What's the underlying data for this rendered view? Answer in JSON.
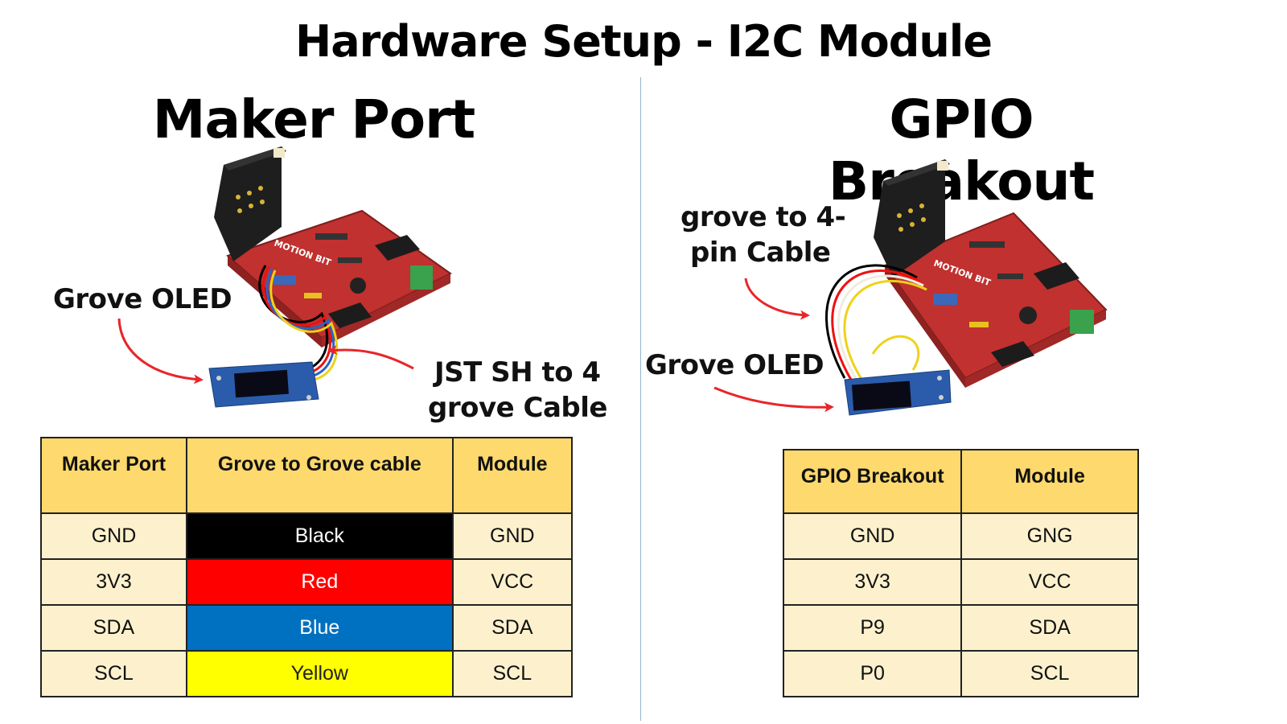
{
  "title": "Hardware Setup - I2C Module",
  "left": {
    "heading": "Maker Port",
    "label_oled": "Grove OLED",
    "label_cable_line1": "JST SH to 4",
    "label_cable_line2": "grove Cable",
    "board_brand": "MOTION BIT",
    "table": {
      "headers": [
        "Maker Port",
        "Grove to Grove cable",
        "Module"
      ],
      "rows": [
        {
          "port": "GND",
          "cable": "Black",
          "module": "GND",
          "color": "#000000"
        },
        {
          "port": "3V3",
          "cable": "Red",
          "module": "VCC",
          "color": "#ff0000"
        },
        {
          "port": "SDA",
          "cable": "Blue",
          "module": "SDA",
          "color": "#0070c0"
        },
        {
          "port": "SCL",
          "cable": "Yellow",
          "module": "SCL",
          "color": "#ffff00"
        }
      ]
    }
  },
  "right": {
    "heading": "GPIO Breakout",
    "label_cable_line1": "grove to 4-",
    "label_cable_line2": "pin Cable",
    "label_oled": "Grove OLED",
    "board_brand": "MOTION BIT",
    "table": {
      "headers": [
        "GPIO Breakout",
        "Module"
      ],
      "rows": [
        {
          "port": "GND",
          "module": "GNG"
        },
        {
          "port": "3V3",
          "module": "VCC"
        },
        {
          "port": "P9",
          "module": "SDA"
        },
        {
          "port": "P0",
          "module": "SCL"
        }
      ]
    }
  },
  "colors": {
    "header_fill": "#fdd96e",
    "cell_fill": "#fdf1cd",
    "board_red": "#c0312f",
    "arrow_red": "#e8262a",
    "oled_blue": "#2b5cab"
  }
}
